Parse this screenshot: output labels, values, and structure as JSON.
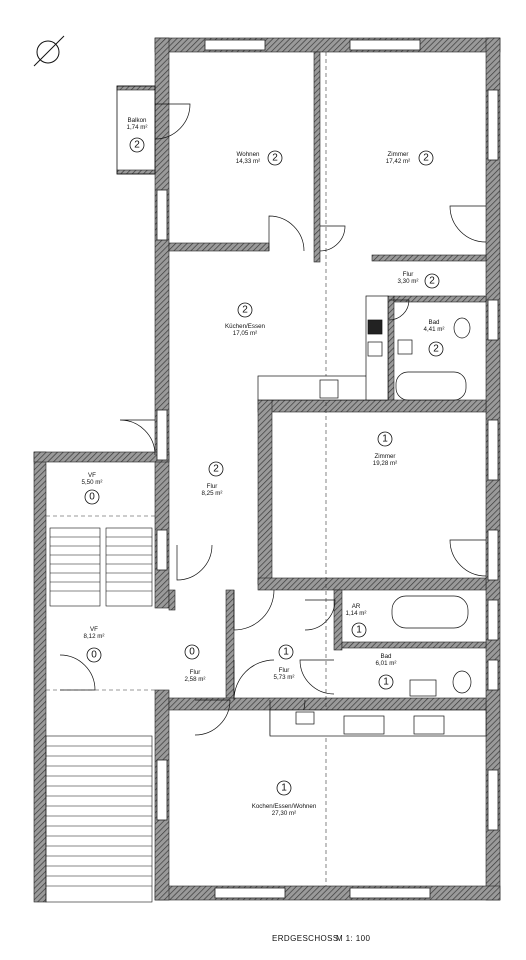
{
  "caption": {
    "floor": "ERDGESCHOSS",
    "scale": "M 1: 100"
  },
  "rooms": [
    {
      "name": "Balkon",
      "area": "1,74 m²",
      "level": "2"
    },
    {
      "name": "Wohnen",
      "area": "14,33 m²",
      "level": "2"
    },
    {
      "name": "Zimmer",
      "area": "17,42 m²",
      "level": "2"
    },
    {
      "name": "Flur",
      "area": "3,30 m²",
      "level": "2"
    },
    {
      "name": "Küchen/Essen",
      "area": "17,05 m²",
      "level": "2"
    },
    {
      "name": "Bad",
      "area": "4,41 m²",
      "level": "2"
    },
    {
      "name": "Zimmer",
      "area": "19,28 m²",
      "level": "1"
    },
    {
      "name": "VF",
      "area": "5,50 m²",
      "level": "0"
    },
    {
      "name": "Flur",
      "area": "8,25 m²",
      "level": "2"
    },
    {
      "name": "AR",
      "area": "1,14 m²",
      "level": "1"
    },
    {
      "name": "Bad",
      "area": "6,01 m²",
      "level": "1"
    },
    {
      "name": "VF",
      "area": "8,12 m²",
      "level": "0"
    },
    {
      "name": "Flur",
      "area": "2,58 m²",
      "level": "0"
    },
    {
      "name": "Flur",
      "area": "5,73 m²",
      "level": "1"
    },
    {
      "name": "Kochen/Essen/Wohnen",
      "area": "27,30 m²",
      "level": "1"
    }
  ]
}
